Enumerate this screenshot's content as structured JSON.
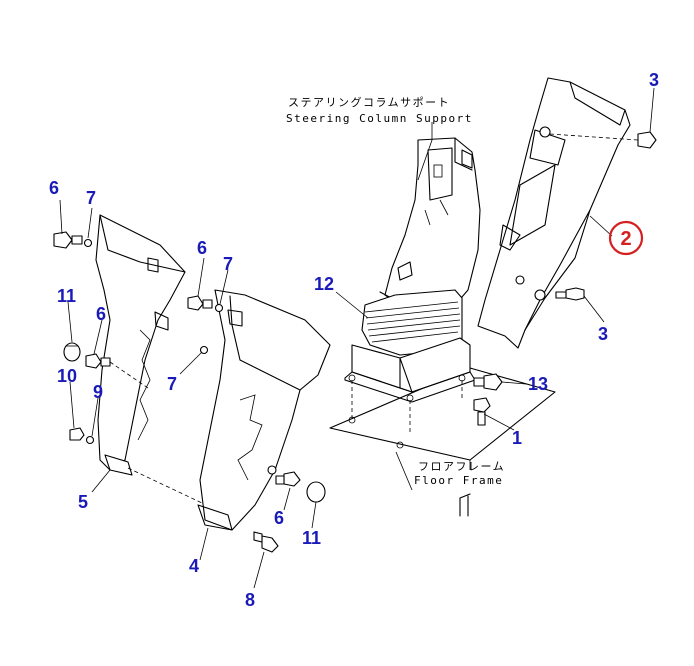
{
  "annotations": {
    "steering_column_support_jp": "ステアリングコラムサポート",
    "steering_column_support_en": "Steering Column Support",
    "floor_frame_jp": "フロアフレーム",
    "floor_frame_en": "Floor Frame"
  },
  "callouts": [
    {
      "id": "c3a",
      "label": "3"
    },
    {
      "id": "c3b",
      "label": "3"
    },
    {
      "id": "c6a",
      "label": "6"
    },
    {
      "id": "c7a",
      "label": "7"
    },
    {
      "id": "c6b",
      "label": "6"
    },
    {
      "id": "c7b",
      "label": "7"
    },
    {
      "id": "c12",
      "label": "12"
    },
    {
      "id": "c11a",
      "label": "11"
    },
    {
      "id": "c6c",
      "label": "6"
    },
    {
      "id": "c10",
      "label": "10"
    },
    {
      "id": "c9",
      "label": "9"
    },
    {
      "id": "c7c",
      "label": "7"
    },
    {
      "id": "c13",
      "label": "13"
    },
    {
      "id": "c1",
      "label": "1"
    },
    {
      "id": "c5",
      "label": "5"
    },
    {
      "id": "c6d",
      "label": "6"
    },
    {
      "id": "c11b",
      "label": "11"
    },
    {
      "id": "c4",
      "label": "4"
    },
    {
      "id": "c8",
      "label": "8"
    }
  ],
  "highlight": {
    "label": "2",
    "color": "#d42020"
  },
  "colors": {
    "callout": "#1a1ab8",
    "line": "#000000",
    "background": "#ffffff"
  }
}
